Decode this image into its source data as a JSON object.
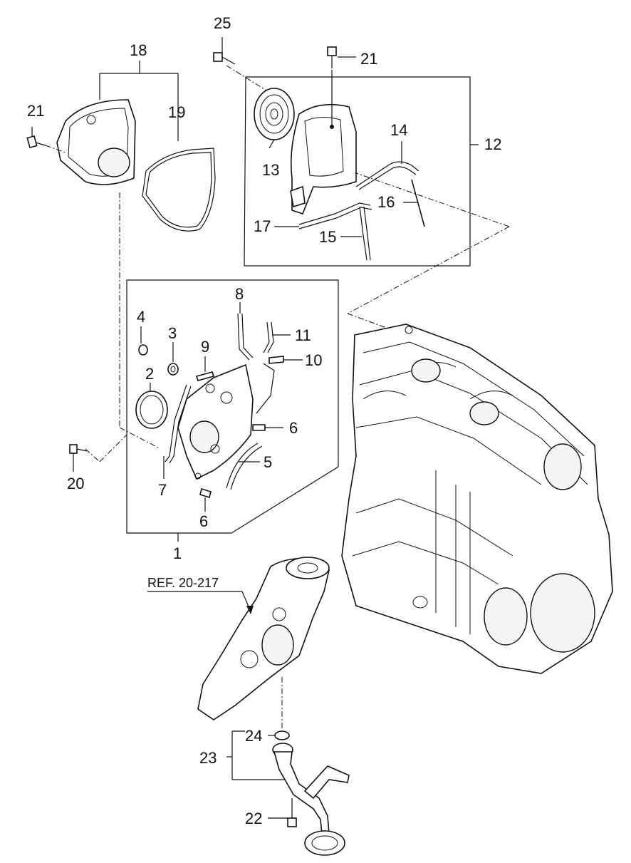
{
  "labels": {
    "l1": "1",
    "l2": "2",
    "l3": "3",
    "l4": "4",
    "l5": "5",
    "l6a": "6",
    "l6b": "6",
    "l7": "7",
    "l8": "8",
    "l9": "9",
    "l10": "10",
    "l11": "11",
    "l12": "12",
    "l13": "13",
    "l14": "14",
    "l15": "15",
    "l16": "16",
    "l17": "17",
    "l18": "18",
    "l19": "19",
    "l20": "20",
    "l21a": "21",
    "l21b": "21",
    "l22": "22",
    "l23": "23",
    "l24": "24",
    "l25": "25"
  },
  "reference": "REF. 20-217"
}
